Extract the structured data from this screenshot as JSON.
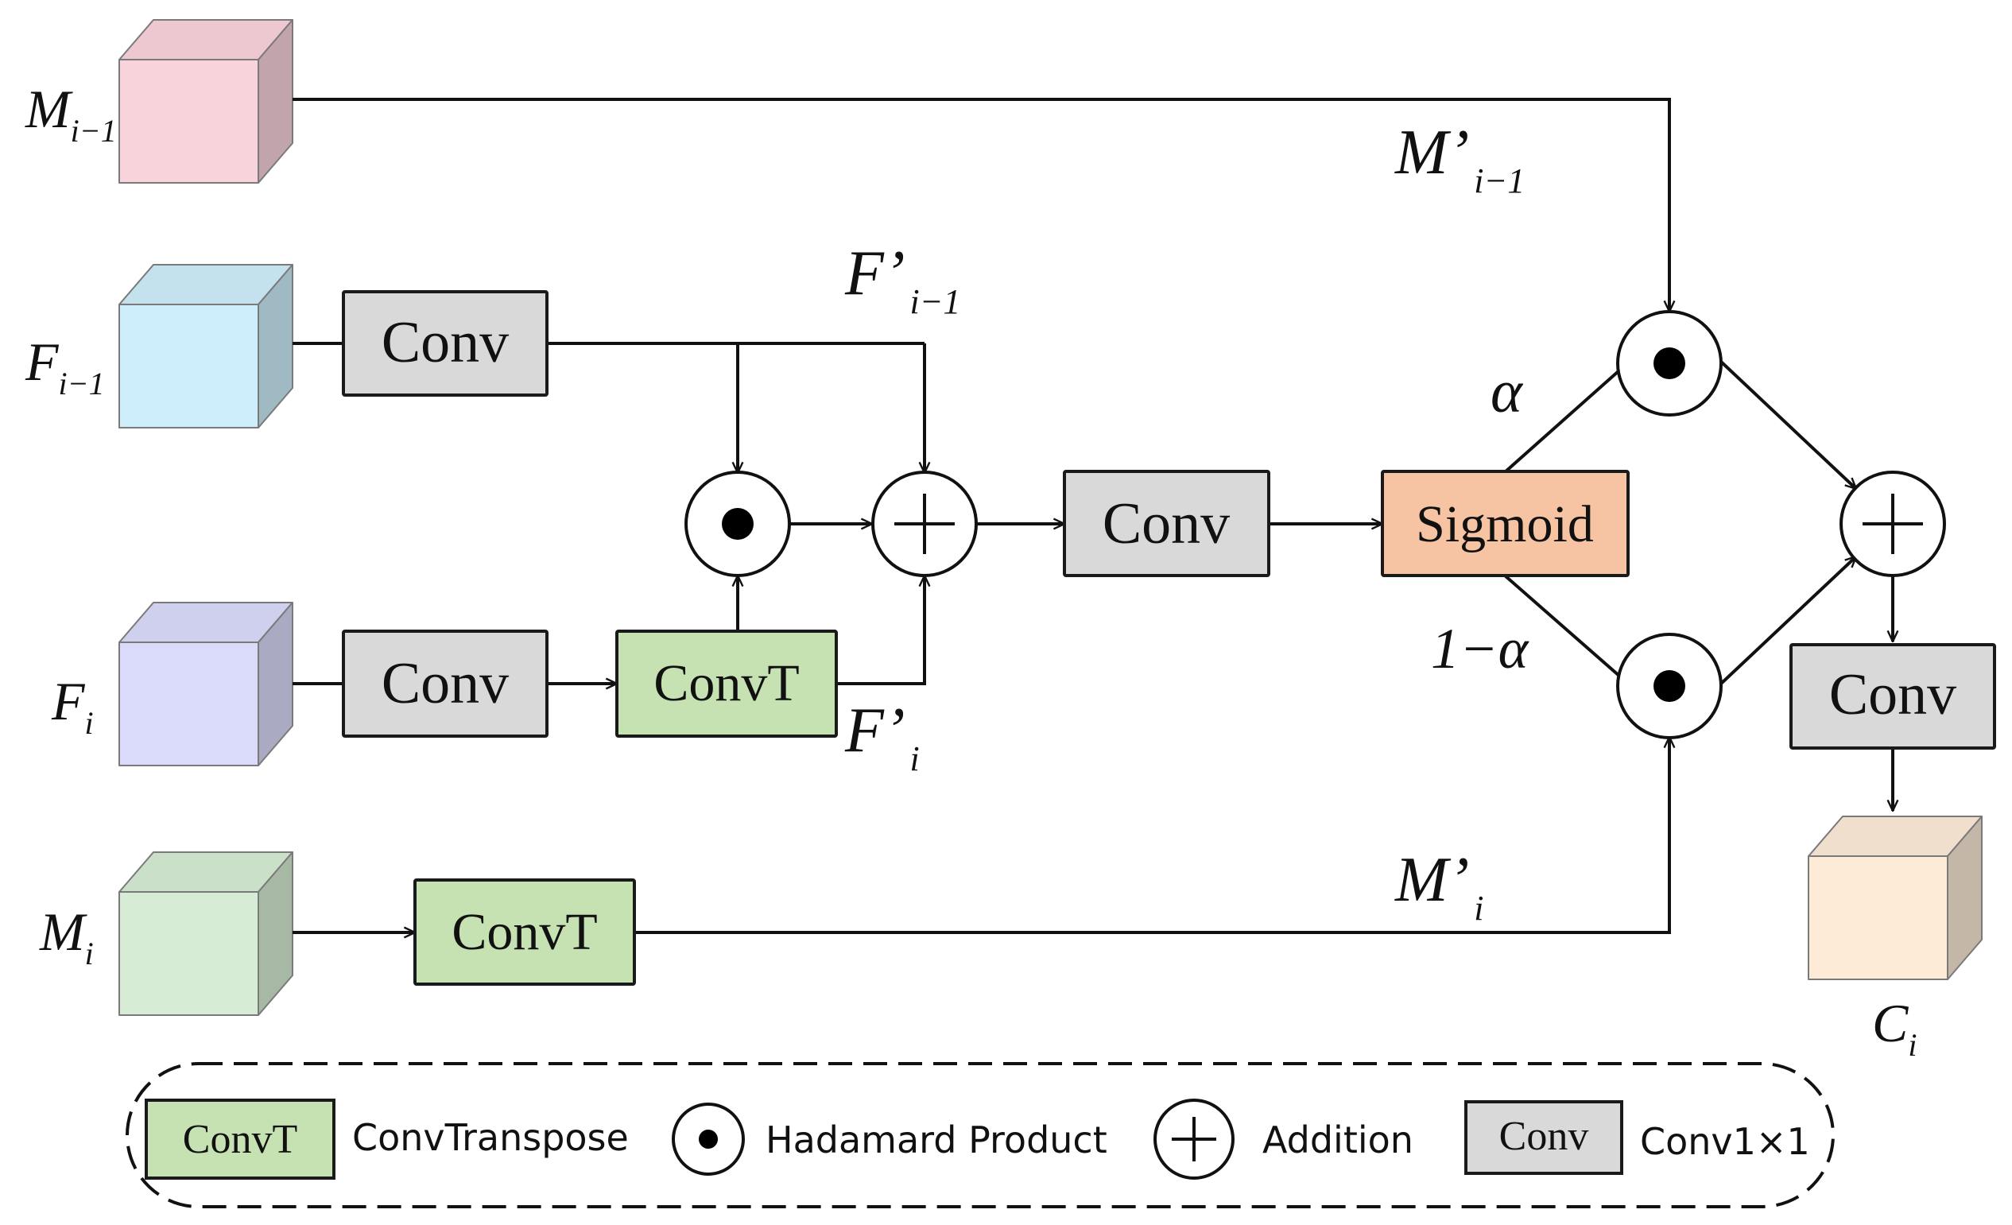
{
  "inputs": {
    "m_prev": {
      "label": "M",
      "sub": "i−1"
    },
    "f_prev": {
      "label": "F",
      "sub": "i−1"
    },
    "f_cur": {
      "label": "F",
      "sub": "i"
    },
    "m_cur": {
      "label": "M",
      "sub": "i"
    }
  },
  "output": {
    "label": "C",
    "sub": "i"
  },
  "blocks": {
    "conv_top": "Conv",
    "conv_mid": "Conv",
    "convt_mid": "ConvT",
    "conv_center": "Conv",
    "sigmoid": "Sigmoid",
    "convt_bottom": "ConvT",
    "conv_out": "Conv"
  },
  "edge_labels": {
    "f_prev_prime": {
      "label": "F’",
      "sub": "i−1"
    },
    "f_cur_prime": {
      "label": "F’",
      "sub": "i"
    },
    "m_prev_prime": {
      "label": "M’",
      "sub": "i−1"
    },
    "m_cur_prime": {
      "label": "M’",
      "sub": "i"
    },
    "alpha": "α",
    "one_minus_alpha": "1−α"
  },
  "legend": {
    "convt_box": "ConvT",
    "convt_text": "ConvTranspose",
    "hadamard_text": "Hadamard Product",
    "addition_text": "Addition",
    "conv_box": "Conv",
    "conv_text": "Conv1×1"
  },
  "colors": {
    "m_prev_cube": "#f9d3dc",
    "f_prev_cube": "#cdeefa",
    "f_cur_cube": "#dadafa",
    "m_cur_cube": "#d6ecd4",
    "c_cube": "#fdebd8",
    "conv_fill": "#d9d9d9",
    "convt_fill": "#c6e2b3",
    "sigmoid_fill": "#f6c4a2"
  }
}
